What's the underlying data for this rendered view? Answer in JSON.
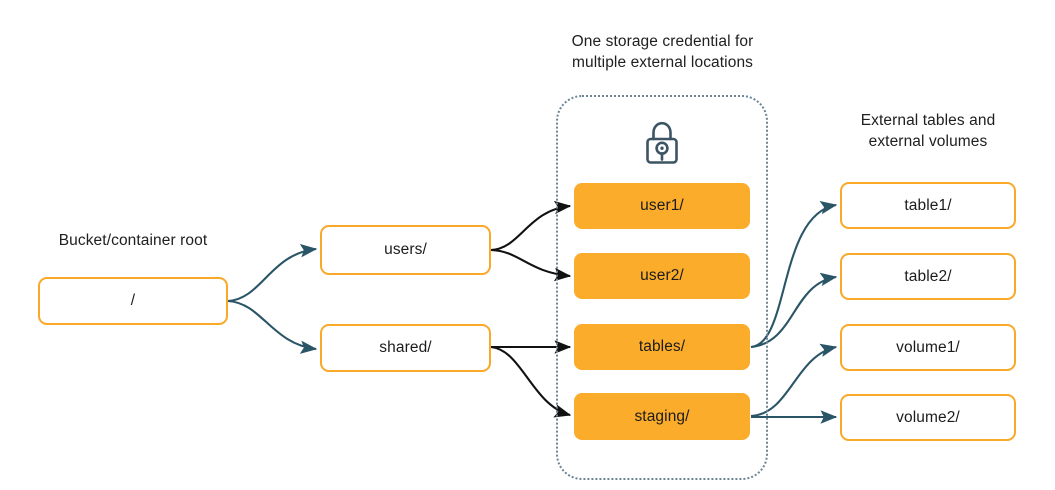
{
  "diagram": {
    "title_left": "Bucket/container root",
    "title_center": "One storage credential for\nmultiple external locations",
    "title_right": "External tables and\nexternal volumes",
    "colors": {
      "orange_fill": "#FBAC2A",
      "orange_border": "#F9A828",
      "arrow_slate": "#2A5567",
      "arrow_black": "#111111",
      "dotted_border": "#6b8496",
      "text": "#202020"
    },
    "icons": {
      "credential": "lock-icon"
    },
    "root": {
      "label": "/"
    },
    "level1": [
      {
        "label": "users/"
      },
      {
        "label": "shared/"
      }
    ],
    "external_locations": [
      {
        "label": "user1/"
      },
      {
        "label": "user2/"
      },
      {
        "label": "tables/"
      },
      {
        "label": "staging/"
      }
    ],
    "external_objects": [
      {
        "label": "table1/"
      },
      {
        "label": "table2/"
      },
      {
        "label": "volume1/"
      },
      {
        "label": "volume2/"
      }
    ]
  }
}
